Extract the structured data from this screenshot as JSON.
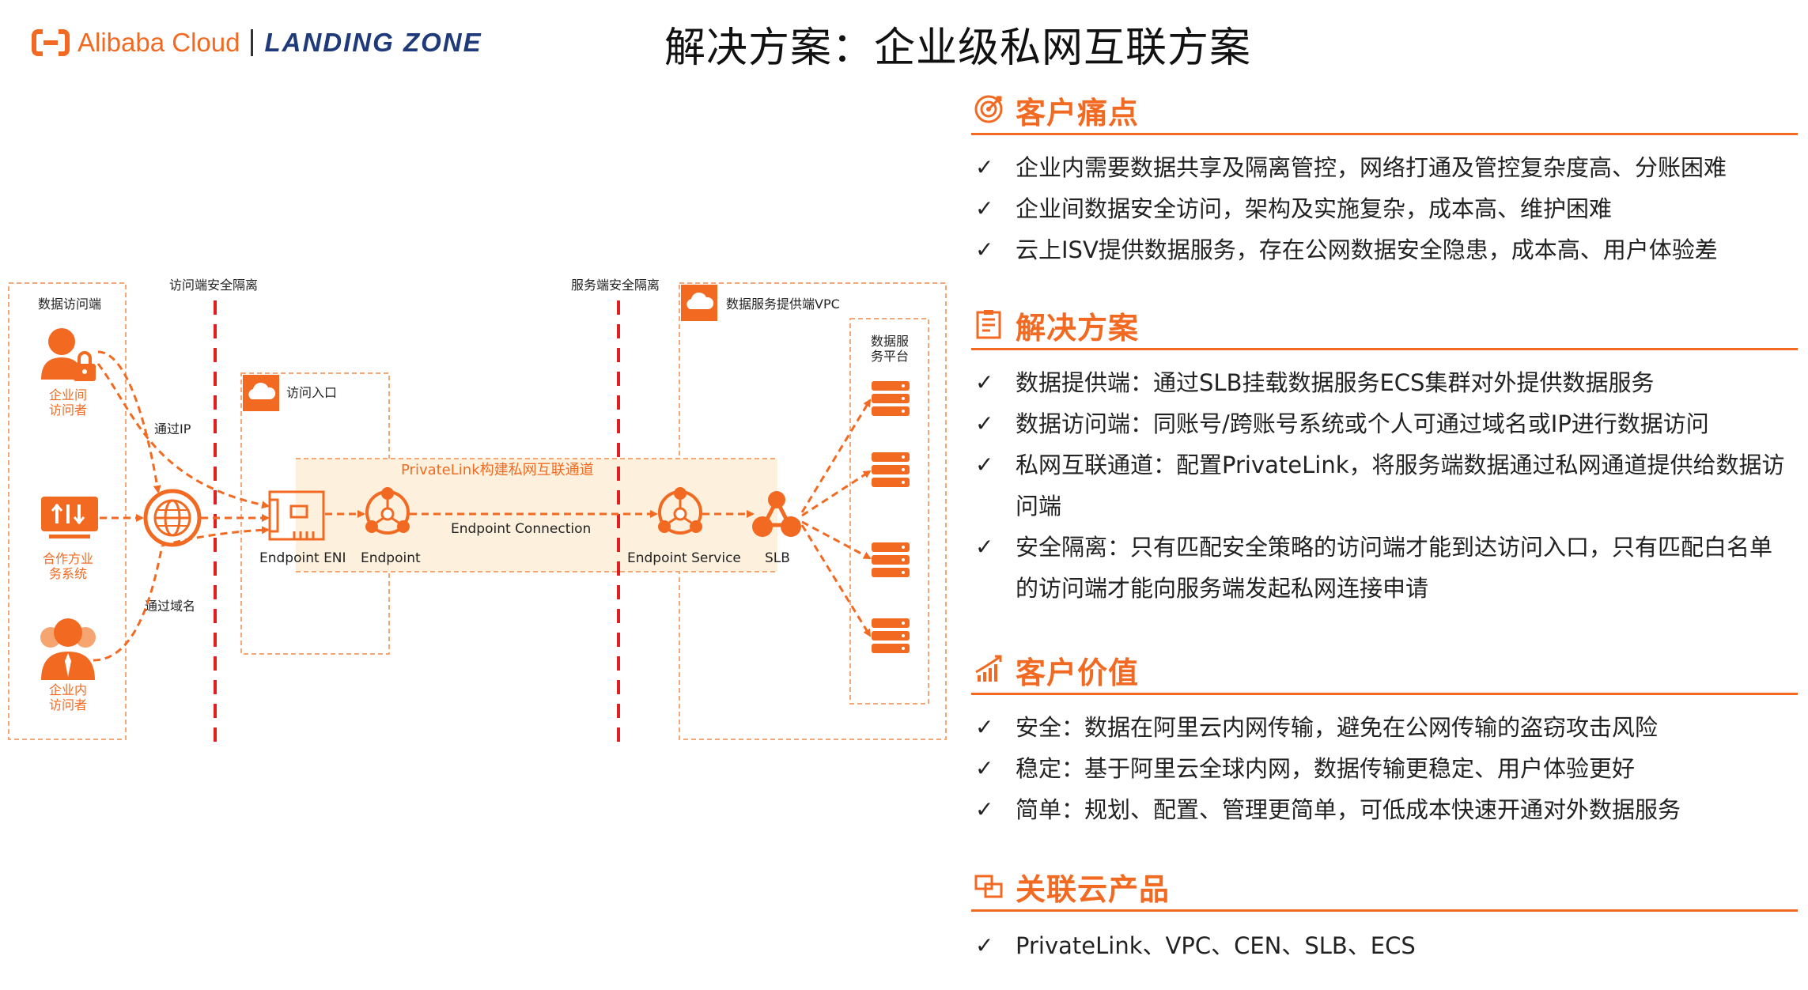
{
  "header": {
    "logo_text": "Alibaba Cloud",
    "logo_sub": "LANDING ZONE",
    "title": "解决方案：企业级私网互联方案"
  },
  "diagram": {
    "zone_label_access": "访问端安全隔离",
    "zone_label_service": "服务端安全隔离",
    "visitor_box_title": "数据访问端",
    "visitor_enterprise_between": "企业间\n访问者",
    "visitor_partner": "合作方业\n务系统",
    "visitor_enterprise_inner": "企业内\n访问者",
    "via_ip": "通过IP",
    "via_domain": "通过域名",
    "entry_box_title": "访问入口",
    "privatelink_band": "PrivateLink构建私网互联通道",
    "endpoint_eni": "Endpoint ENI",
    "endpoint": "Endpoint",
    "endpoint_connection": "Endpoint Connection",
    "endpoint_service": "Endpoint Service",
    "slb": "SLB",
    "vpc_title": "数据服务提供端VPC",
    "platform_title": "数据服\n务平台",
    "colors": {
      "accent": "#f26a21",
      "band": "#fdf1de",
      "zone_red": "#e02020"
    }
  },
  "panel": {
    "check_mark": "✓",
    "sections": [
      {
        "title": "客户痛点",
        "icon": "target-icon",
        "items": [
          "企业内需要数据共享及隔离管控，网络打通及管控复杂度高、分账困难",
          "企业间数据安全访问，架构及实施复杂，成本高、维护困难",
          "云上ISV提供数据服务，存在公网数据安全隐患，成本高、用户体验差"
        ]
      },
      {
        "title": "解决方案",
        "icon": "document-icon",
        "items": [
          "数据提供端：通过SLB挂载数据服务ECS集群对外提供数据服务",
          "数据访问端：同账号/跨账号系统或个人可通过域名或IP进行数据访问",
          "私网互联通道：配置PrivateLink，将服务端数据通过私网通道提供给数据访问端",
          "安全隔离：只有匹配安全策略的访问端才能到达访问入口，只有匹配白名单的访问端才能向服务端发起私网连接申请"
        ]
      },
      {
        "title": "客户价值",
        "icon": "growth-chart-icon",
        "items": [
          "安全：数据在阿里云内网传输，避免在公网传输的盗窃攻击风险",
          "稳定：基于阿里云全球内网，数据传输更稳定、用户体验更好",
          "简单：规划、配置、管理更简单，可低成本快速开通对外数据服务"
        ]
      },
      {
        "title": "关联云产品",
        "icon": "linked-products-icon",
        "items": [
          "PrivateLink、VPC、CEN、SLB、ECS"
        ]
      }
    ]
  }
}
